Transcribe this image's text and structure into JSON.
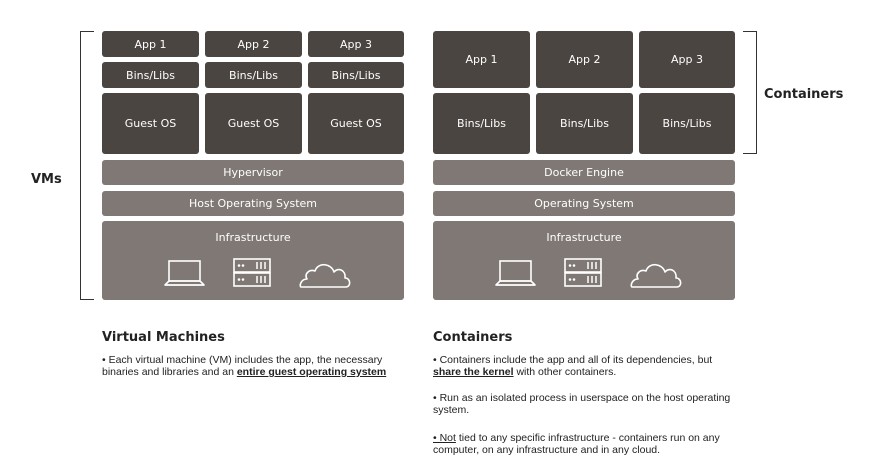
{
  "vm": {
    "apps": [
      "App 1",
      "App 2",
      "App 3"
    ],
    "bins": [
      "Bins/Libs",
      "Bins/Libs",
      "Bins/Libs"
    ],
    "guest_os": [
      "Guest OS",
      "Guest OS",
      "Guest OS"
    ],
    "hypervisor": "Hypervisor",
    "host_os": "Host Operating System",
    "infrastructure": "Infrastructure",
    "side_label": "VMs",
    "heading": "Virtual Machines",
    "desc_prefix": "• Each virtual machine (VM) includes the app, the necessary binaries and libraries and an ",
    "desc_emphasis": "entire guest operating system"
  },
  "containers": {
    "apps": [
      "App 1",
      "App 2",
      "App 3"
    ],
    "bins": [
      "Bins/Libs",
      "Bins/Libs",
      "Bins/Libs"
    ],
    "engine": "Docker Engine",
    "os": "Operating System",
    "infrastructure": "Infrastructure",
    "side_label": "Containers",
    "heading": "Containers",
    "p1_prefix": "• Containers include the app and all of its dependencies, but",
    "p1_emphasis": " share the kernel",
    "p1_suffix": " with other containers.",
    "p2": "• Run as an isolated process in userspace on the host operating system.",
    "p3_emphasis": "• Not",
    "p3_suffix": " tied to any specific infrastructure - containers run on any computer, on any infrastructure and in any cloud."
  },
  "icons": [
    "laptop-icon",
    "server-icon",
    "cloud-icon"
  ],
  "colors": {
    "dark_block": "#4a4541",
    "mid_block": "#7f7874",
    "text": "#222222"
  }
}
